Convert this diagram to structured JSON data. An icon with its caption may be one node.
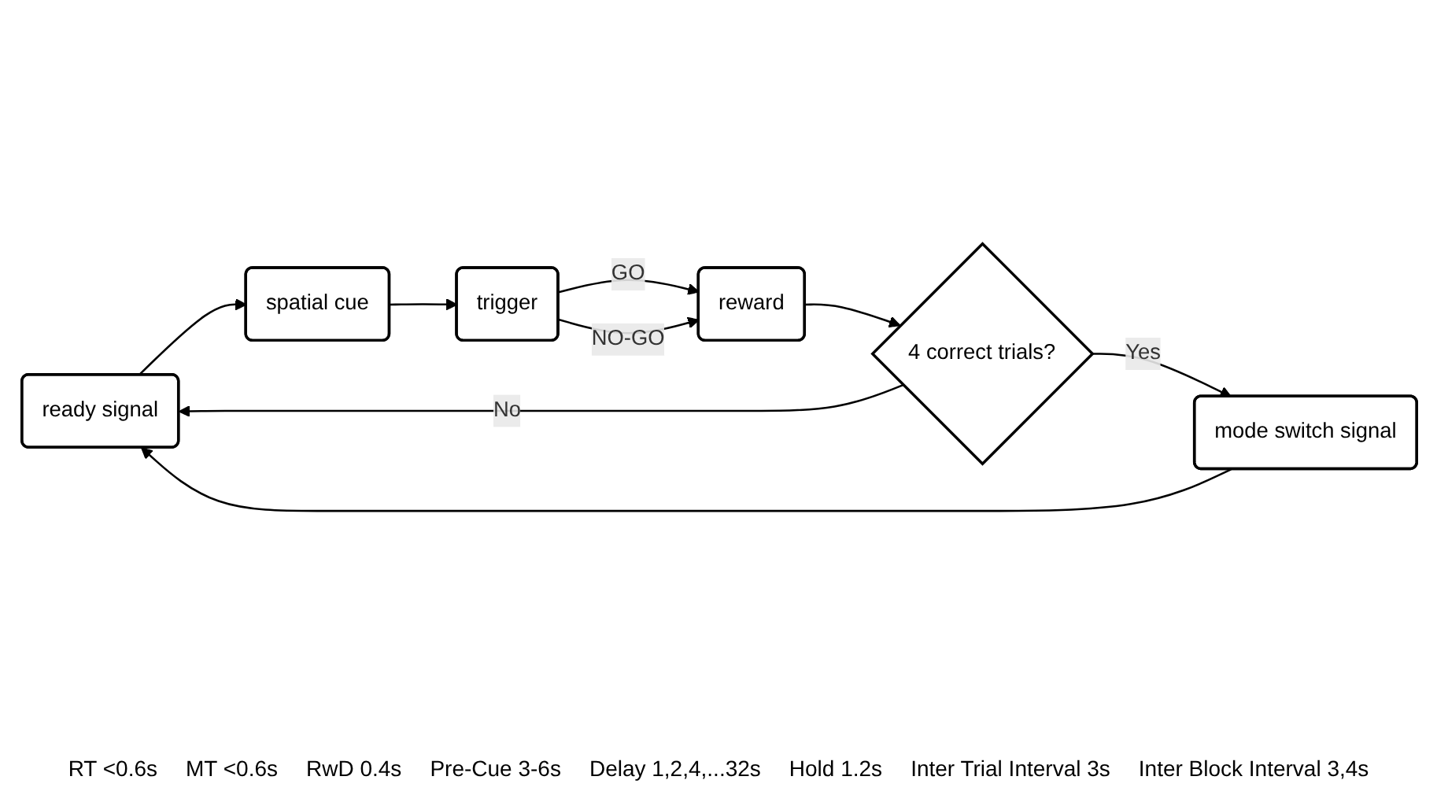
{
  "diagram": {
    "nodes": [
      {
        "text": [
          "ready signal"
        ]
      },
      {
        "text": [
          "spatial cue"
        ]
      },
      {
        "text": [
          "trigger"
        ]
      },
      {
        "text": [
          "reward"
        ]
      },
      {
        "text": [
          "4 correct trials?"
        ]
      },
      {
        "text": [
          "mode switch signal"
        ]
      }
    ],
    "edges": [
      {
        "from": 0,
        "to": 1,
        "arrow": "to"
      },
      {
        "from": 1,
        "to": 2,
        "arrow": "to"
      },
      {
        "from": 2,
        "to": 3,
        "arrow": "to",
        "label": "GO"
      },
      {
        "from": 2,
        "to": 3,
        "arrow": "to",
        "label": "NO-GO"
      },
      {
        "from": 3,
        "to": 4,
        "arrow": "to"
      },
      {
        "from": 4,
        "to": 0,
        "arrow": "to",
        "label": "No"
      },
      {
        "from": 4,
        "to": 5,
        "arrow": "to",
        "label": "Yes"
      },
      {
        "from": 5,
        "to": 0,
        "arrow": "to"
      }
    ],
    "labels": [
      "RT <0.6s",
      "MT <0.6s",
      "RwD 0.4s",
      "Pre-Cue 3-6s",
      "Delay 1,2,4,...32s",
      "Hold 1.2s",
      "Inter Trial Interval 3s",
      "Inter Block Interval 3,4s"
    ]
  }
}
